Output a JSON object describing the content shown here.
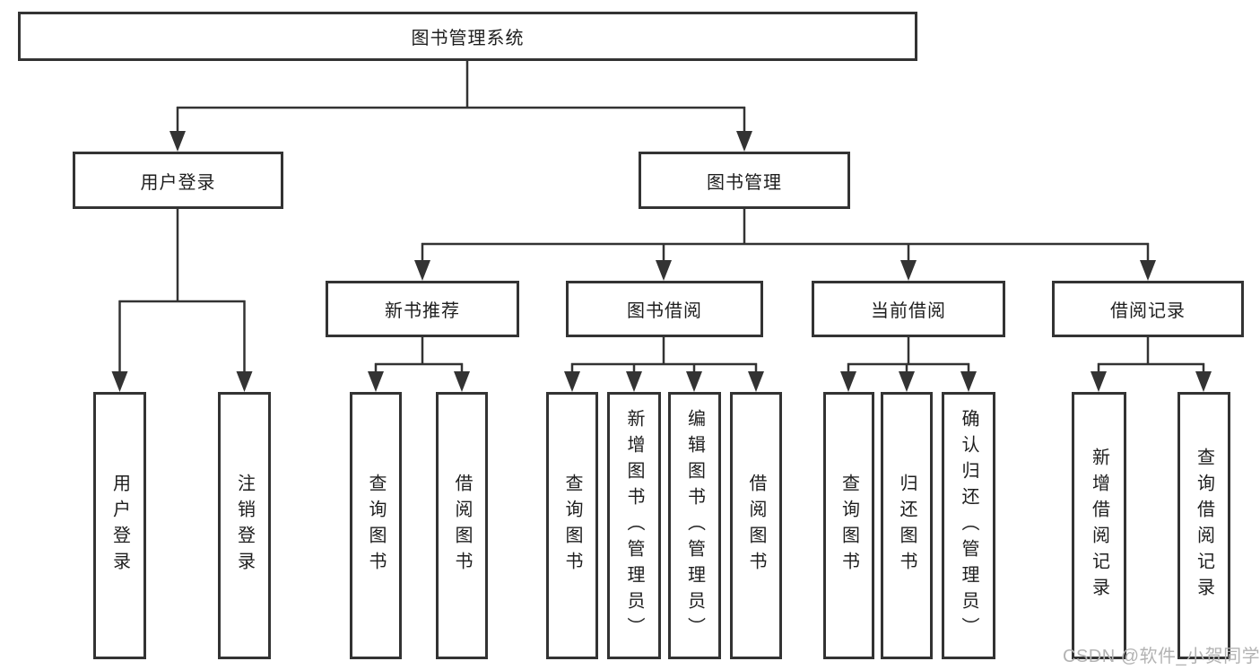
{
  "diagram": {
    "root": {
      "label": "图书管理系统"
    },
    "branches": [
      {
        "label": "用户登录",
        "leaves": [
          {
            "label": "用户登录"
          },
          {
            "label": "注销登录"
          }
        ]
      },
      {
        "label": "图书管理",
        "groups": [
          {
            "label": "新书推荐",
            "leaves": [
              {
                "label": "查询图书"
              },
              {
                "label": "借阅图书"
              }
            ]
          },
          {
            "label": "图书借阅",
            "leaves": [
              {
                "label": "查询图书"
              },
              {
                "label": "新增图书（管理员）"
              },
              {
                "label": "编辑图书（管理员）"
              },
              {
                "label": "借阅图书"
              }
            ]
          },
          {
            "label": "当前借阅",
            "leaves": [
              {
                "label": "查询图书"
              },
              {
                "label": "归还图书"
              },
              {
                "label": "确认归还（管理员）"
              }
            ]
          },
          {
            "label": "借阅记录",
            "leaves": [
              {
                "label": "新增借阅记录"
              },
              {
                "label": "查询借阅记录"
              }
            ]
          }
        ]
      }
    ]
  },
  "watermark": {
    "text": "CSDN @软件_小贺同学"
  },
  "colors": {
    "line": "#333333",
    "box_border": "#333333",
    "text": "#1e1e1e",
    "watermark": "#b3b3b3",
    "background": "#ffffff"
  }
}
